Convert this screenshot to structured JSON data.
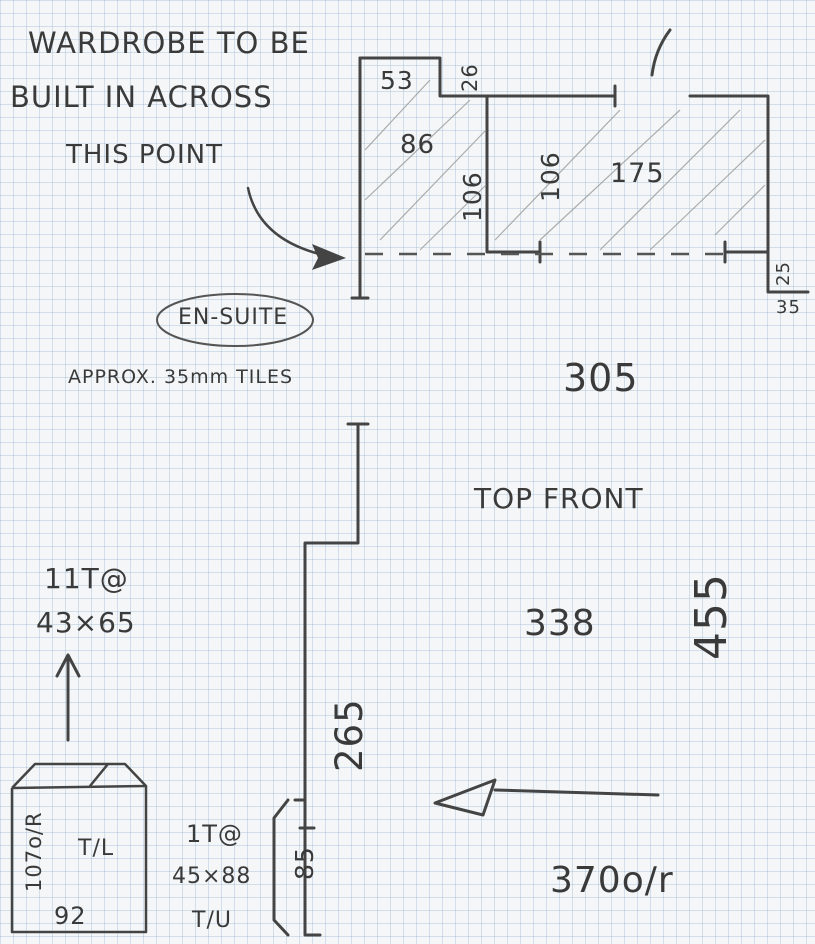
{
  "note": {
    "line1": "WARDROBE TO BE",
    "line2": "BUILT IN ACROSS",
    "line3": "THIS POINT"
  },
  "room_label": "EN-SUITE",
  "tile_note": "APPROX. 35mm TILES",
  "dimensions": {
    "d53": "53",
    "d26": "26",
    "d86": "86",
    "d106_left": "106",
    "d106_right": "106",
    "d175": "175",
    "d25": "25",
    "d35": "35",
    "d305": "305",
    "d338": "338",
    "d455": "455",
    "d265": "265",
    "d85": "85",
    "d370": "370o/r"
  },
  "section_title": "TOP FRONT",
  "tile_spec_top": {
    "count": "11T@",
    "size": "43×65"
  },
  "tile_spec_bottom": {
    "count": "1T@",
    "size": "45×88",
    "suffix": "T/U"
  },
  "tile_box": {
    "side": "107o/R",
    "center": "T/L",
    "bottom": "92"
  }
}
